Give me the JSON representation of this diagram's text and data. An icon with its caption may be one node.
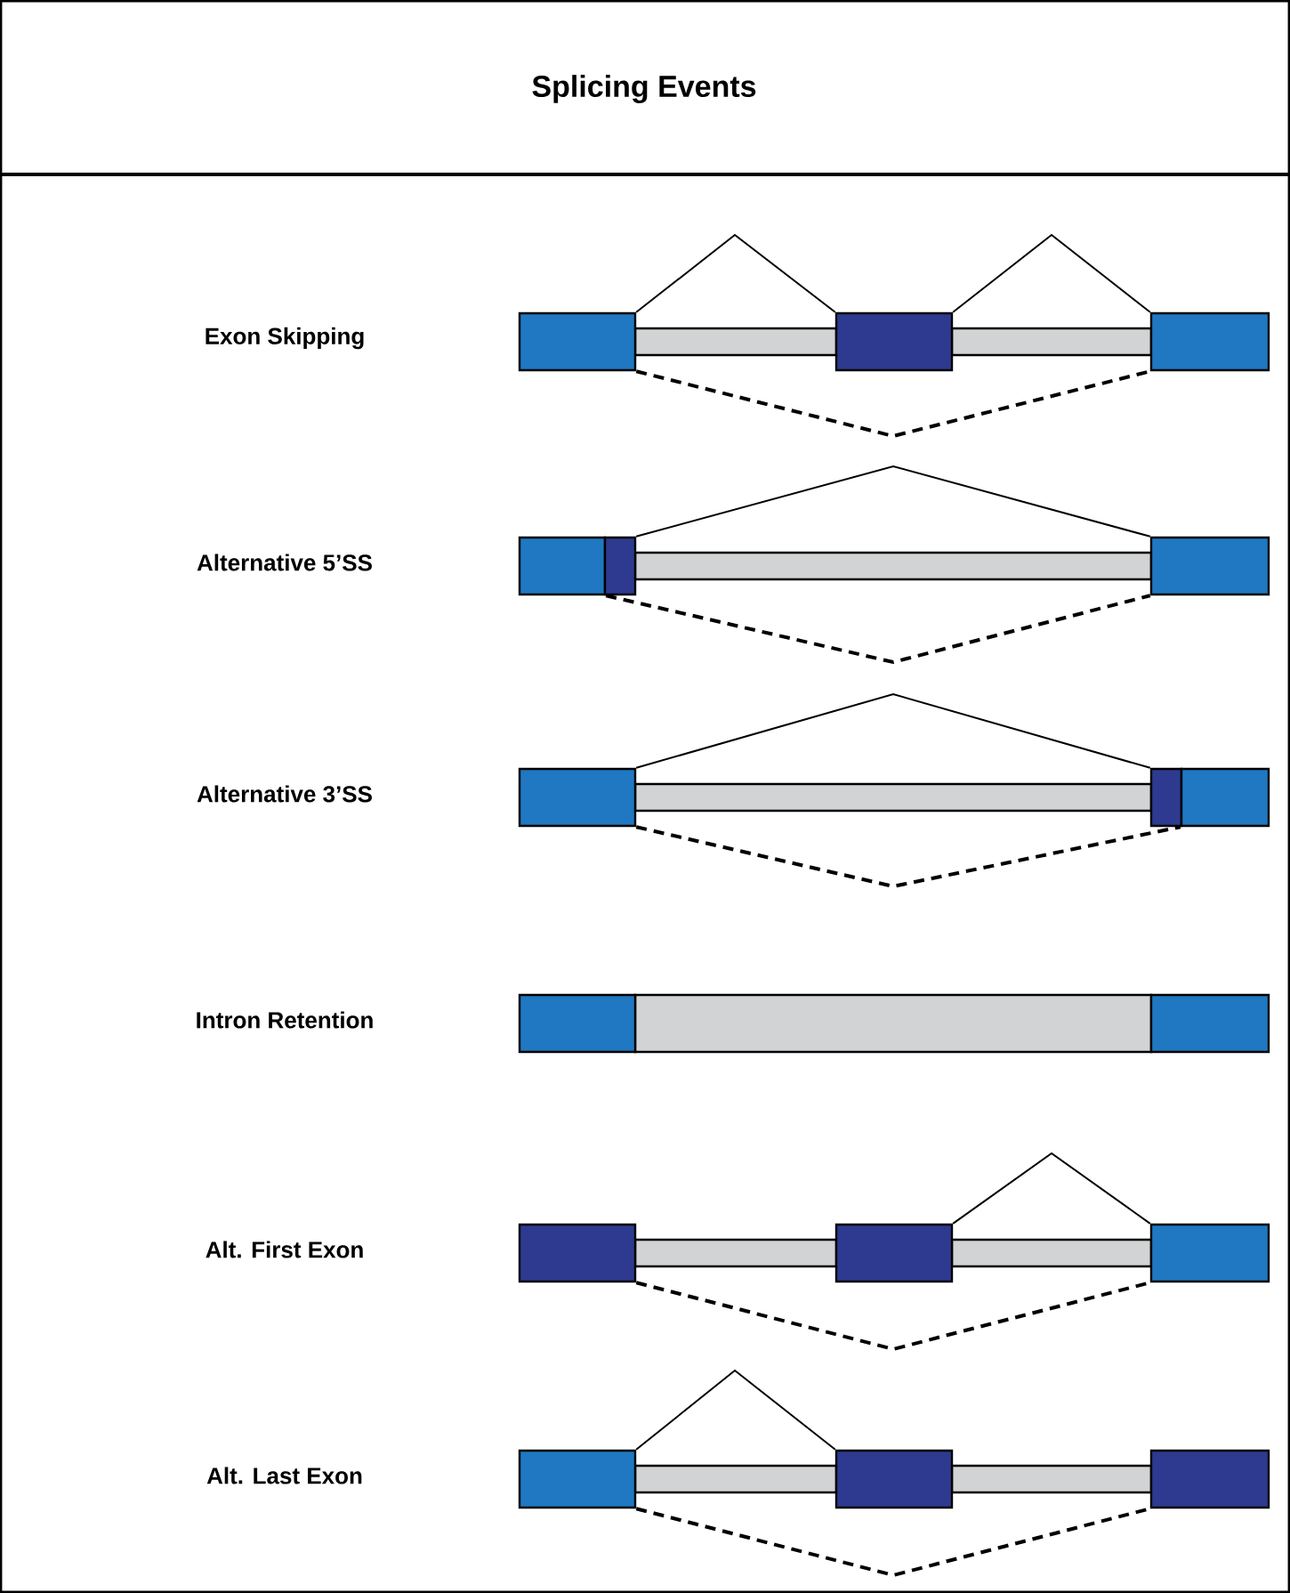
{
  "diagram": {
    "title": "Splicing Events",
    "nodes": [
      {
        "text": [],
        "shape": "box"
      },
      {
        "text": [],
        "shape": "box"
      },
      {
        "text": [],
        "shape": "box"
      },
      {
        "text": [],
        "shape": "box"
      },
      {
        "text": [],
        "shape": "box"
      },
      {
        "text": [],
        "shape": "box"
      },
      {
        "text": [],
        "shape": "box"
      },
      {
        "text": [],
        "shape": "box"
      },
      {
        "text": [],
        "shape": "box"
      },
      {
        "text": [],
        "shape": "box"
      },
      {
        "text": [],
        "shape": "box"
      },
      {
        "text": [],
        "shape": "box"
      },
      {
        "text": [],
        "shape": "box"
      },
      {
        "text": [],
        "shape": "box"
      },
      {
        "text": [],
        "shape": "box"
      },
      {
        "text": [],
        "shape": "box"
      },
      {
        "text": [],
        "shape": "box"
      },
      {
        "text": [],
        "shape": "bar"
      },
      {
        "text": [],
        "shape": "bar"
      },
      {
        "text": [],
        "shape": "bar"
      },
      {
        "text": [],
        "shape": "bar"
      },
      {
        "text": [],
        "shape": "bar"
      },
      {
        "text": [],
        "shape": "bar"
      },
      {
        "text": [],
        "shape": "bar"
      },
      {
        "text": [],
        "shape": "bar"
      },
      {
        "text": [],
        "shape": "bar"
      }
    ],
    "edges": [
      {
        "from": 0,
        "to": 1,
        "arrow": "none"
      },
      {
        "from": 1,
        "to": 2,
        "arrow": "none"
      },
      {
        "from": 0,
        "to": 2,
        "arrow": "none",
        "style": "dashed"
      },
      {
        "from": 4,
        "to": 5,
        "arrow": "none"
      },
      {
        "from": 3,
        "to": 5,
        "arrow": "none",
        "style": "dashed"
      },
      {
        "from": 6,
        "to": 7,
        "arrow": "none"
      },
      {
        "from": 6,
        "to": 8,
        "arrow": "none",
        "style": "dashed"
      },
      {
        "from": 12,
        "to": 13,
        "arrow": "none"
      },
      {
        "from": 11,
        "to": 13,
        "arrow": "none",
        "style": "dashed"
      },
      {
        "from": 14,
        "to": 15,
        "arrow": "none"
      },
      {
        "from": 14,
        "to": 16,
        "arrow": "none",
        "style": "dashed"
      }
    ],
    "labels": [
      "Exon Skipping",
      "Alternative 5’SS",
      "Alternative 3’SS",
      "Intron Retention",
      "Alt. First Exon",
      "Alt. Last Exon"
    ]
  }
}
